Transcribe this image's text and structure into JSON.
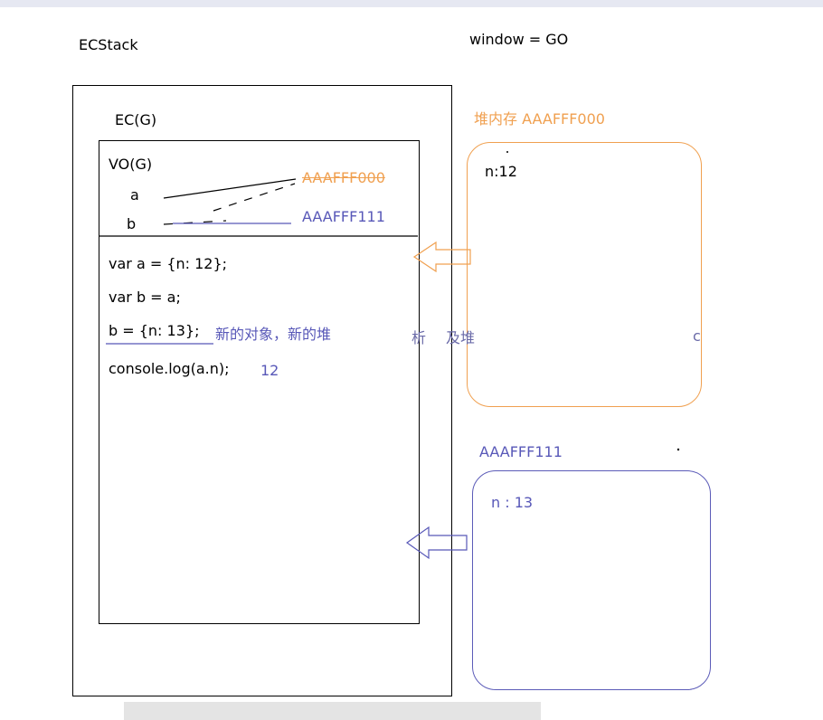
{
  "labels": {
    "ecstack": "ECStack",
    "window_go": "window = GO",
    "ecg": "EC(G)",
    "vog": "VO(G)",
    "var_a": "a",
    "var_b": "b",
    "addr_a": "AAAFFF000",
    "addr_b": "AAAFFF111"
  },
  "code": {
    "line1": "var a = {n: 12};",
    "line2": "var b = a;",
    "line3": "b = {n: 13};",
    "line3_note": "新的对象，新的堆",
    "line4": "console.log(a.n);",
    "line4_result": "12"
  },
  "heap_orange": {
    "title": "堆内存  AAAFFF000",
    "content": "n:12"
  },
  "heap_blue": {
    "title": "AAAFFF111",
    "content": "n : 13"
  },
  "artifacts": {
    "left": "析",
    "mid": "及堆",
    "right": "ⅽ"
  },
  "colors": {
    "orange": "#f0a050",
    "blue": "#5858b8",
    "line": "#000000"
  }
}
